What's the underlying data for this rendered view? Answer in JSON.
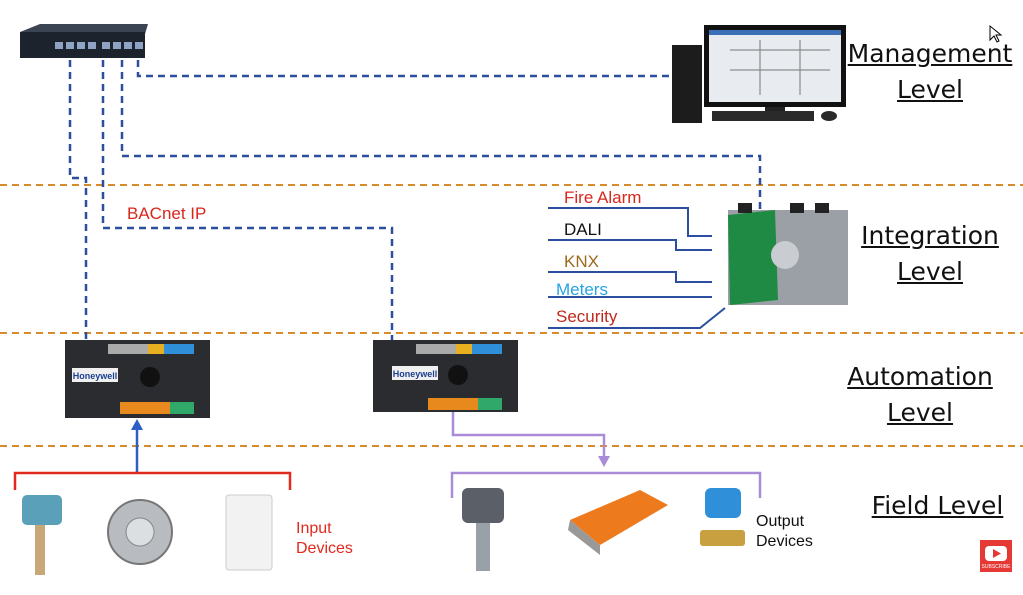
{
  "levels": {
    "management": [
      "Management",
      "Level"
    ],
    "integration": [
      "Integration",
      "Level"
    ],
    "automation": [
      "Automation",
      "Level"
    ],
    "field": [
      "Field Level"
    ]
  },
  "network_label": "BACnet IP",
  "integration_inputs": [
    {
      "label": "Fire Alarm",
      "color": "#d9261c"
    },
    {
      "label": "DALI",
      "color": "#111111"
    },
    {
      "label": "KNX",
      "color": "#9c6a1e"
    },
    {
      "label": "Meters",
      "color": "#2aa3e0"
    },
    {
      "label": "Security",
      "color": "#c0281e"
    }
  ],
  "controller_brand": "Honeywell",
  "input_devices": [
    "Input",
    "Devices"
  ],
  "output_devices": [
    "Output",
    "Devices"
  ],
  "subscribe_label": "SUBSCRIBE",
  "colors": {
    "level_divider": "#d98a2b",
    "network": "#2b4f9e",
    "input_bracket": "#e02a1e",
    "output_bracket": "#a98bd8",
    "subscribe": "#e53935"
  }
}
